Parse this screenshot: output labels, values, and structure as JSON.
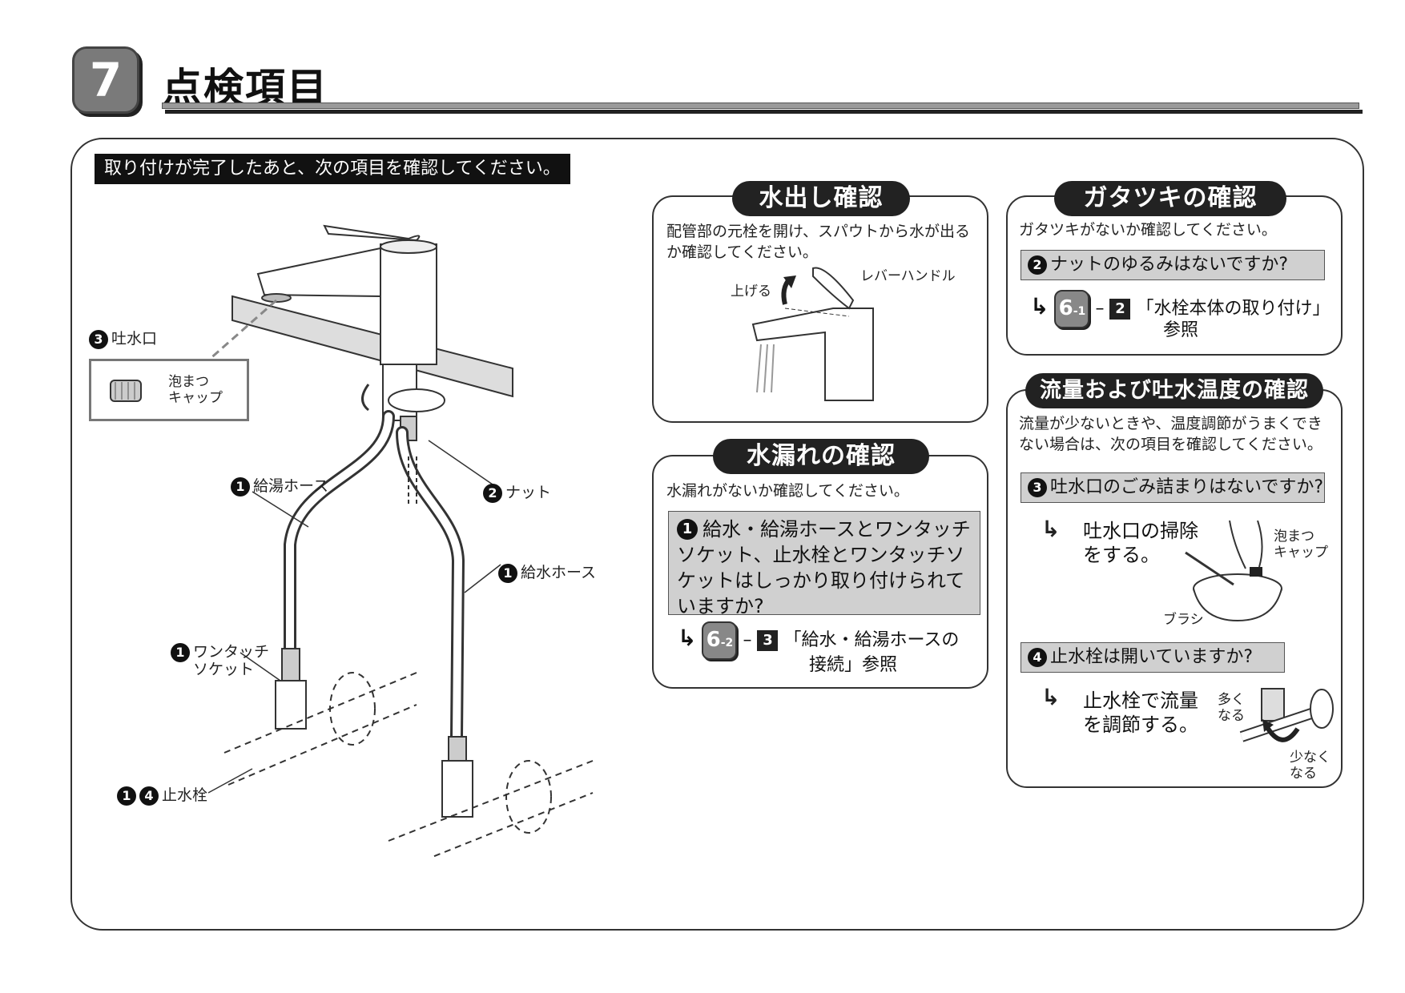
{
  "header": {
    "section_number": "7",
    "title": "点検項目"
  },
  "intro": "取り付けが完了したあと、次の項目を確認してください。",
  "illustration": {
    "label_outlet_num": "3",
    "label_outlet": "吐水口",
    "label_cap": "泡まつ\nキャップ",
    "label_hot_hose_num": "1",
    "label_hot_hose": "給湯ホース",
    "label_nut_num": "2",
    "label_nut": "ナット",
    "label_cold_hose_num": "1",
    "label_cold_hose": "給水ホース",
    "label_socket_num": "1",
    "label_socket": "ワンタッチ\nソケット",
    "label_stop_num1": "1",
    "label_stop_num2": "4",
    "label_stop": "止水栓"
  },
  "panel_water": {
    "title": "水出し確認",
    "text": "配管部の元栓を開け、スパウトから水が出るか確認してください。",
    "label_lever": "レバーハンドル",
    "label_raise": "上げる"
  },
  "panel_leak": {
    "title": "水漏れの確認",
    "text": "水漏れがないか確認してください。",
    "question_num": "1",
    "question": "給水・給湯ホースとワンタッチソケット、止水栓とワンタッチソケットはしっかり取り付けられていますか?",
    "ref_main": "6",
    "ref_sub": "-2",
    "ref_step": "3",
    "ref_text": "「給水・給湯ホースの",
    "ref_text2": "接続」参照"
  },
  "panel_rattle": {
    "title": "ガタツキの確認",
    "text": "ガタツキがないか確認してください。",
    "question_num": "2",
    "question": "ナットのゆるみはないですか?",
    "ref_main": "6",
    "ref_sub": "-1",
    "ref_step": "2",
    "ref_text": "「水栓本体の取り付け」",
    "ref_text2": "参照"
  },
  "panel_flow": {
    "title": "流量および吐水温度の確認",
    "text": "流量が少ないときや、温度調節がうまくできない場合は、次の項目を確認してください。",
    "q3_num": "3",
    "q3": "吐水口のごみ詰まりはないですか?",
    "q3_action": "吐水口の掃除\nをする。",
    "label_cap": "泡まつ\nキャップ",
    "label_brush": "ブラシ",
    "q4_num": "4",
    "q4": "止水栓は開いていますか?",
    "q4_action": "止水栓で流量\nを調節する。",
    "label_more": "多く\nなる",
    "label_less": "少なく\nなる"
  }
}
